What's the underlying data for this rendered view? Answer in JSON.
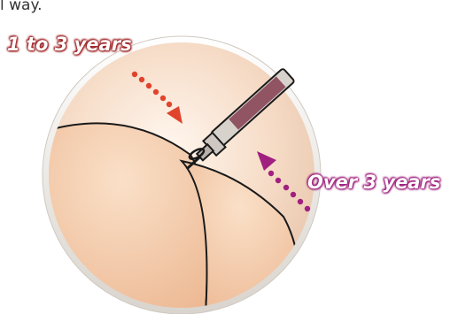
{
  "caption_fragment": "l way.",
  "labels": {
    "young": "1 to 3 years",
    "old": "Over 3 years"
  },
  "colors": {
    "young_accent": "#e0442c",
    "old_accent": "#a0207f",
    "skin": "#f7d2b4",
    "skin_shadow": "#e8b693",
    "circle_border": "#e6e2dc",
    "syringe_fluid": "#8a4656"
  }
}
